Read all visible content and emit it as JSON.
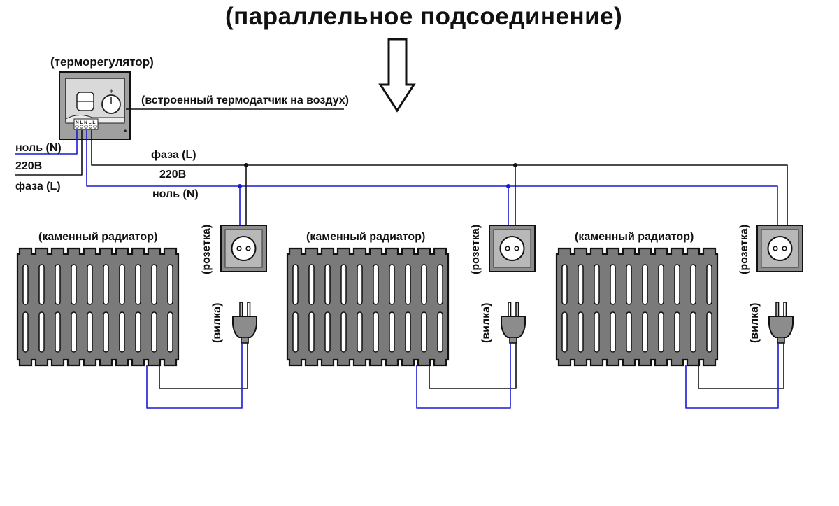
{
  "title": "(параллельное подсоединение)",
  "thermostat": {
    "label": "(терморегулятор)",
    "sensor_label": "(встроенный термодатчик на воздух)",
    "terminals": "N L N L L"
  },
  "supply": {
    "neutral_label": "ноль (N)",
    "voltage_label": "220В",
    "phase_label": "фаза (L)"
  },
  "bus": {
    "phase_label": "фаза (L)",
    "voltage_label": "220В",
    "neutral_label": "ноль (N)"
  },
  "units": [
    {
      "radiator_label": "(каменный радиатор)",
      "socket_label": "(розетка)",
      "plug_label": "(вилка)"
    },
    {
      "radiator_label": "(каменный радиатор)",
      "socket_label": "(розетка)",
      "plug_label": "(вилка)"
    },
    {
      "radiator_label": "(каменный радиатор)",
      "socket_label": "(розетка)",
      "plug_label": "(вилка)"
    }
  ],
  "colors": {
    "phase_wire": "#111111",
    "neutral_wire": "#1a1ad6",
    "radiator_fill": "#7a7a7a",
    "socket_fill": "#8c8c8c",
    "thermostat_fill": "#a0a0a0"
  }
}
